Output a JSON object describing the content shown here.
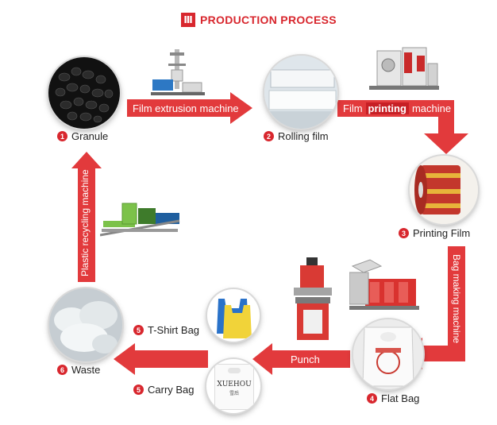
{
  "header": {
    "badge": "Ⅲ",
    "title": "PRODUCTION PROCESS"
  },
  "steps": {
    "granule": {
      "num": "1",
      "label": "Granule"
    },
    "rolling": {
      "num": "2",
      "label": "Rolling film"
    },
    "printing": {
      "num": "3",
      "label": "Printing Film"
    },
    "flat": {
      "num": "4",
      "label": "Flat Bag"
    },
    "tshirt": {
      "num": "5",
      "label": "T-Shirt Bag"
    },
    "carry": {
      "num": "5",
      "label": "Carry Bag"
    },
    "waste": {
      "num": "6",
      "label": "Waste"
    }
  },
  "arrows": {
    "extrusion": "Film extrusion machine",
    "printing_pre": "Film",
    "printing_mid": "printing",
    "printing_post": "machine",
    "bag_making": "Bag making machine",
    "punch": "Punch",
    "recycling": "Plastic recycling machine"
  },
  "bag_print": {
    "brand": "XUEHOU",
    "sub": "雪后"
  },
  "colors": {
    "accent": "#d8272e",
    "arrow": "#e23a3c"
  }
}
